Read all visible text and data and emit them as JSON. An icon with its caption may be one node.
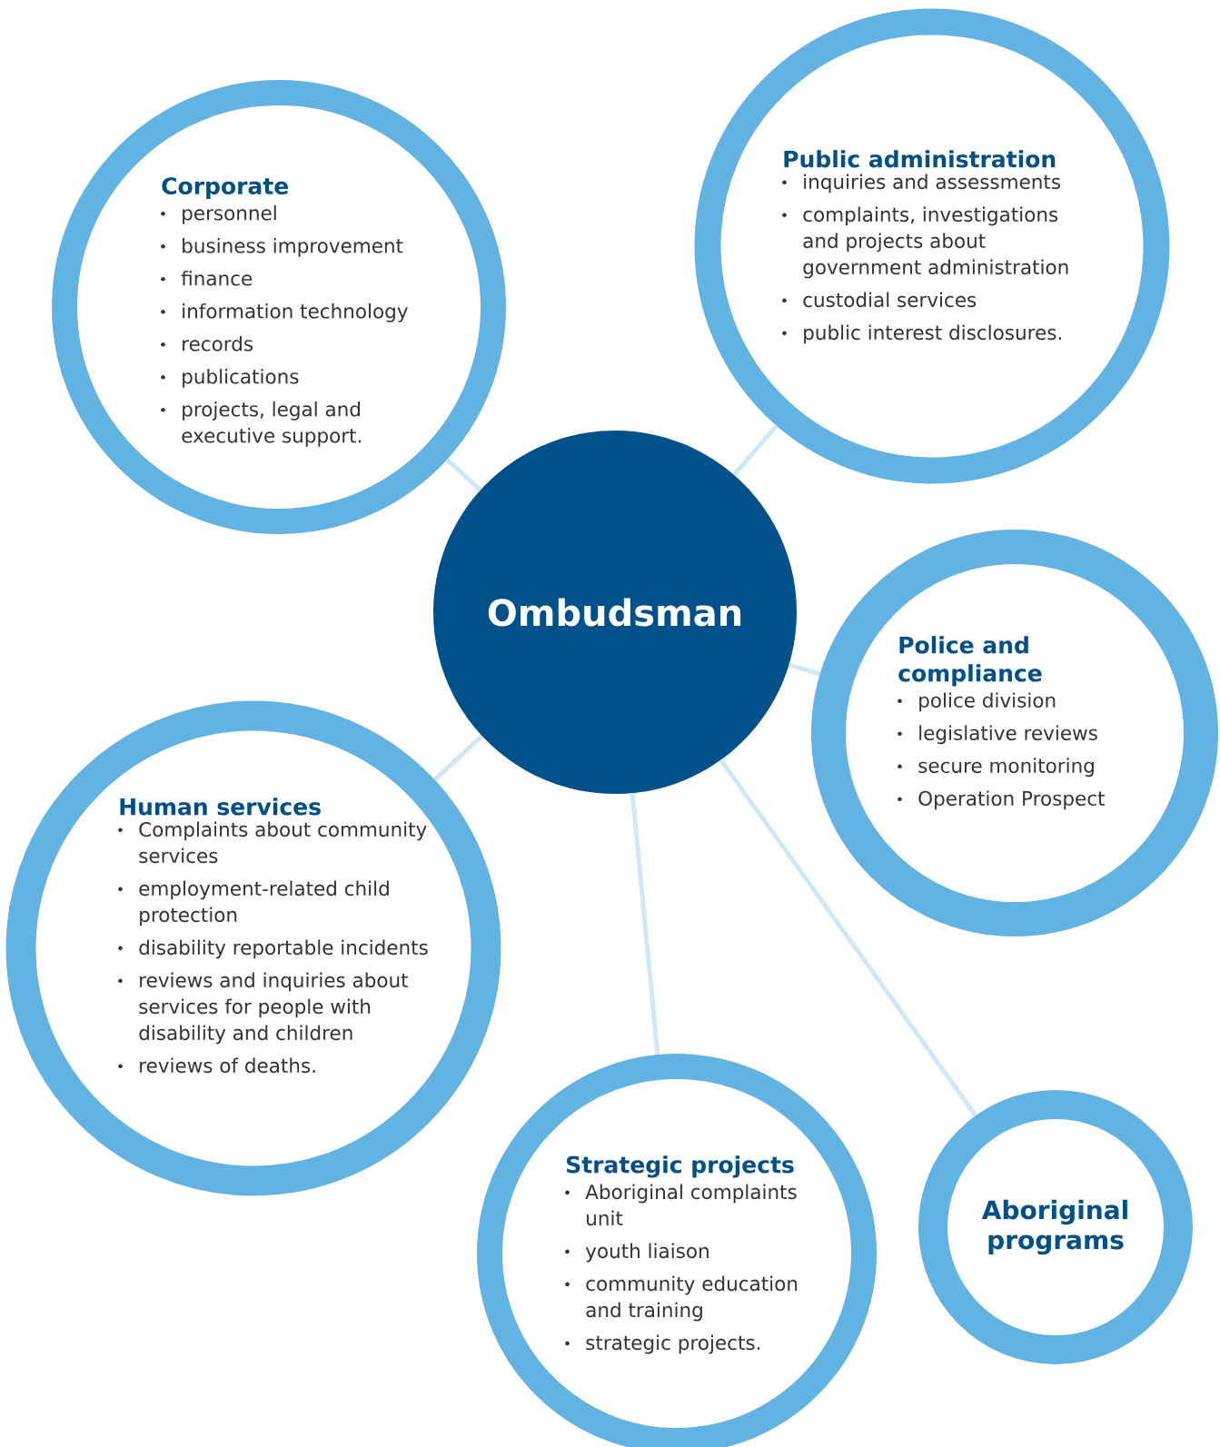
{
  "diagram": {
    "nodes": [
      {
        "text": [
          "Ombudsman"
        ]
      },
      {
        "text": [
          "Corporate",
          "personnel",
          "business improvement",
          "finance",
          "information technology",
          "records",
          "publications",
          "projects, legal and executive support."
        ]
      },
      {
        "text": [
          "Public administration",
          "inquiries and assessments",
          "complaints, investigations and projects about government administration",
          "custodial services",
          "public interest disclosures."
        ]
      },
      {
        "text": [
          "Police and compliance",
          "police division",
          "legislative reviews",
          "secure monitoring",
          "Operation Prospect"
        ]
      },
      {
        "text": [
          "Human services",
          "Complaints about community services",
          "employment-related child protection",
          "disability reportable incidents",
          "reviews and inquiries about services for people with disability and children",
          "reviews of deaths."
        ]
      },
      {
        "text": [
          "Strategic projects",
          "Aboriginal complaints unit",
          "youth liaison",
          "community education and training",
          "strategic projects."
        ]
      },
      {
        "text": [
          "Aboriginal programs"
        ]
      }
    ],
    "edges": [
      {
        "from": 0,
        "to": 1,
        "arrow": "none"
      },
      {
        "from": 0,
        "to": 2,
        "arrow": "none"
      },
      {
        "from": 0,
        "to": 3,
        "arrow": "none"
      },
      {
        "from": 0,
        "to": 4,
        "arrow": "none"
      },
      {
        "from": 0,
        "to": 5,
        "arrow": "none"
      },
      {
        "from": 0,
        "to": 6,
        "arrow": "none"
      }
    ]
  }
}
